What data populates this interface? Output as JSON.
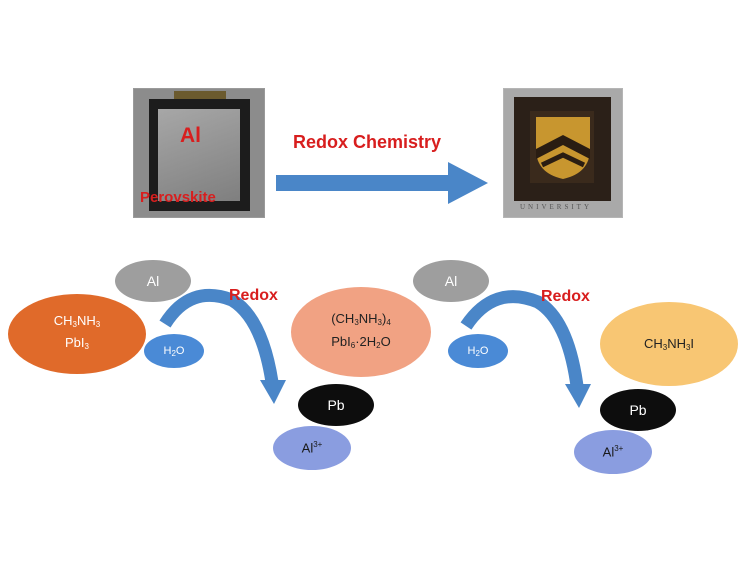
{
  "top": {
    "left_photo": {
      "metal_label": "Al",
      "layer_label": "Perovskite"
    },
    "arrow_label": "Redox Chemistry",
    "right_photo": {
      "caption": "UNIVERSITY"
    }
  },
  "scheme": {
    "step1": {
      "metal": "Al",
      "reactant": [
        "CH",
        "3",
        "NH",
        "3",
        "PbI",
        "3"
      ],
      "water": [
        "H",
        "2",
        "O"
      ],
      "label": "Redox",
      "products": {
        "lead": "Pb",
        "ion": [
          "Al",
          "3+"
        ]
      }
    },
    "intermediate": [
      "(CH",
      "3",
      "NH",
      "3",
      ")",
      "4",
      "PbI",
      "6",
      "·2H",
      "2",
      "O"
    ],
    "step2": {
      "metal": "Al",
      "water": [
        "H",
        "2",
        "O"
      ],
      "label": "Redox",
      "product_main": [
        "CH",
        "3",
        "NH",
        "3",
        "I"
      ],
      "products": {
        "lead": "Pb",
        "ion": [
          "Al",
          "3+"
        ]
      }
    }
  },
  "colors": {
    "red_text": "#d81e1e",
    "arrow_blue": "#4a86c8",
    "al_gray": "#9e9e9e",
    "mapbi_orange": "#e06a2a",
    "hydrate_salmon": "#f1a283",
    "mai_yellow": "#f8c673",
    "water_blue": "#4a8ad6",
    "pb_black": "#0d0d0d",
    "al3_periwinkle": "#8a9de0"
  }
}
